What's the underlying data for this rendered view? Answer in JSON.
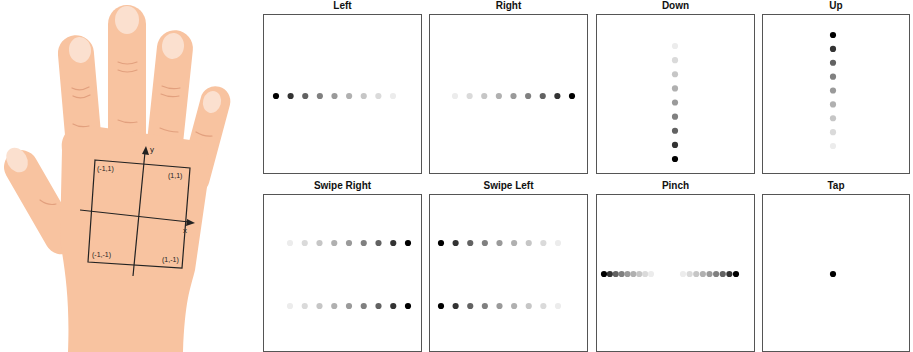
{
  "diagram": {
    "nodes": [
      {
        "text": [
          "Left"
        ]
      },
      {
        "text": [
          "Right"
        ]
      },
      {
        "text": [
          "Down"
        ]
      },
      {
        "text": [
          "Up"
        ]
      },
      {
        "text": [
          "Swipe Right"
        ]
      },
      {
        "text": [
          "Swipe Left"
        ]
      },
      {
        "text": [
          "Pinch"
        ]
      },
      {
        "text": [
          "Tap"
        ]
      }
    ],
    "labels": [
      "(-1,1)",
      "(1,1)",
      "(-1,-1)",
      "(1,-1)",
      "y",
      "x"
    ]
  }
}
